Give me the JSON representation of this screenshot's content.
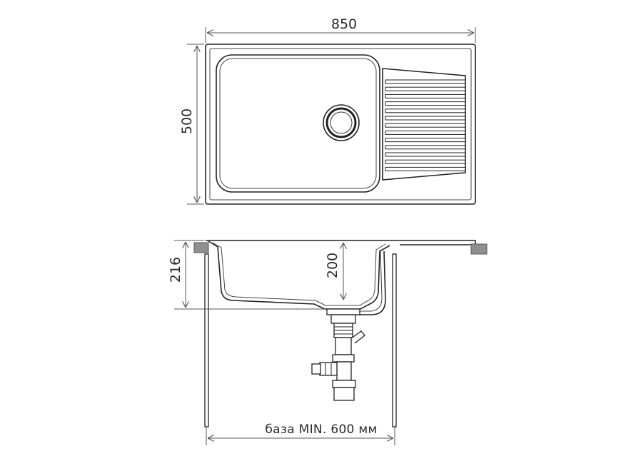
{
  "dimensions": {
    "width_label": "850",
    "depth_label": "500",
    "total_height_label": "216",
    "bowl_depth_label": "200",
    "base_label": "база MIN. 600 мм"
  },
  "colors": {
    "line": "#222222",
    "gray_block": "#8f8f8f",
    "background": "#ffffff"
  }
}
